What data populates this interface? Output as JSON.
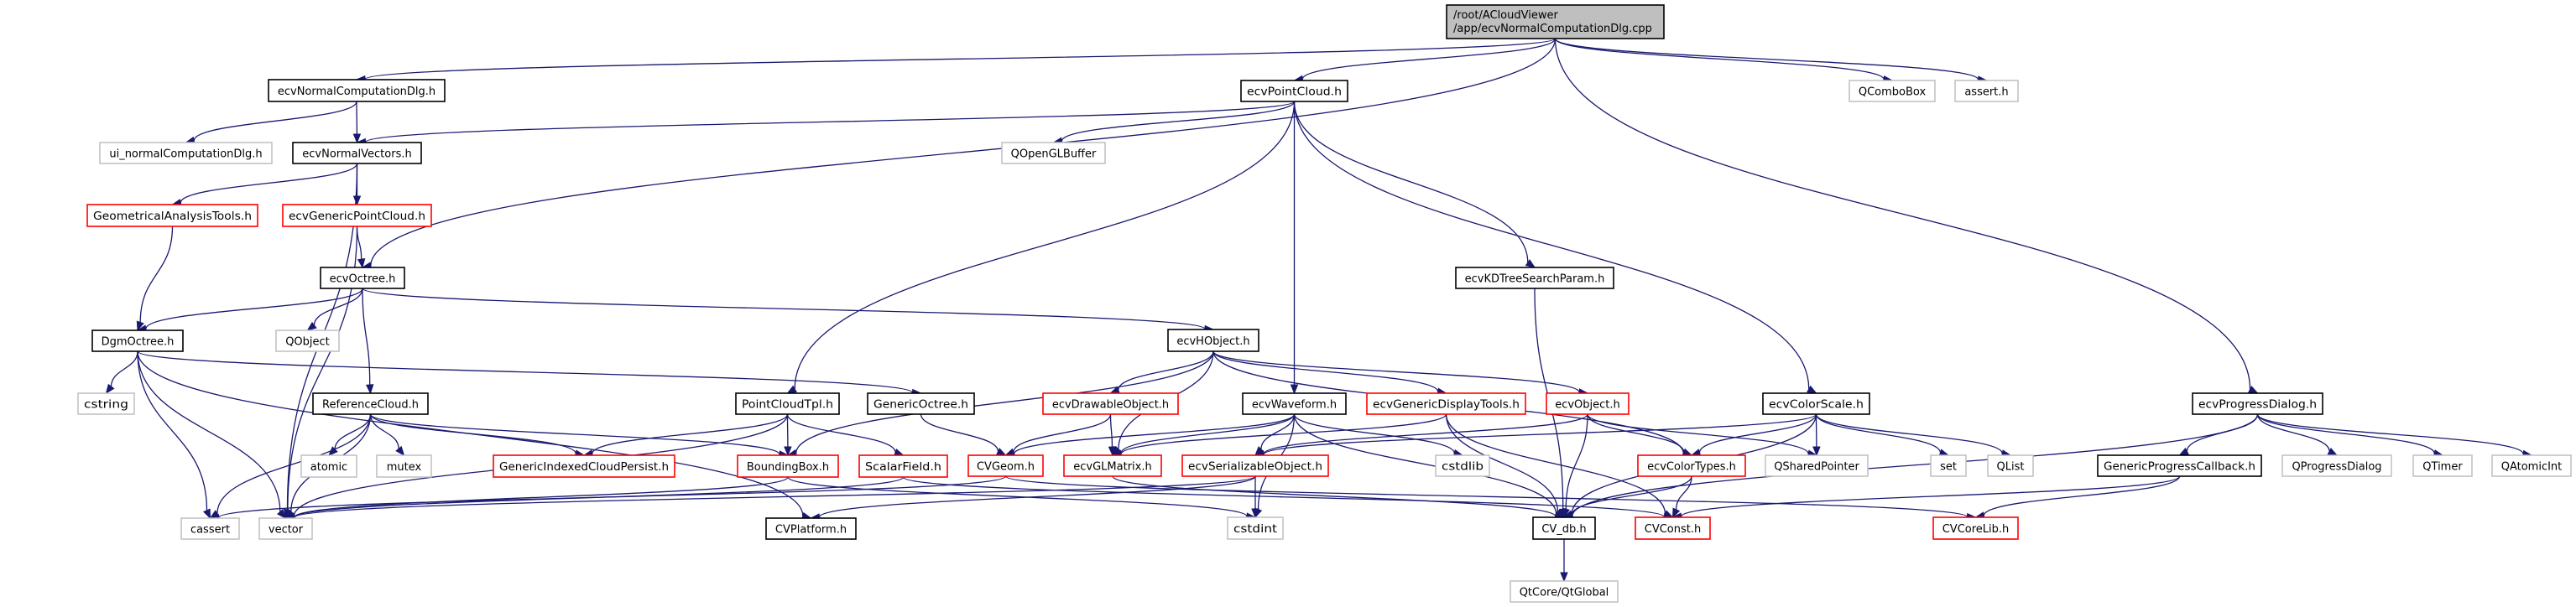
{
  "graph": {
    "type": "include-dependency-graph",
    "colors": {
      "edge": "#191970",
      "root_fill": "#bfbfbf",
      "documented_border": "#000000",
      "truncated_border": "#ff0000",
      "external_border": "#bfbfbf"
    },
    "nodes": [
      {
        "id": "root",
        "lines": [
          "/root/ACloudViewer",
          "/app/ecvNormalComputationDlg.cpp"
        ],
        "style": "root"
      },
      {
        "id": "ncdlg",
        "lines": [
          "ecvNormalComputationDlg.h"
        ],
        "style": "documented"
      },
      {
        "id": "uincdlg",
        "lines": [
          "ui_normalComputationDlg.h"
        ],
        "style": "external"
      },
      {
        "id": "normvec",
        "lines": [
          "ecvNormalVectors.h"
        ],
        "style": "documented"
      },
      {
        "id": "geomtools",
        "lines": [
          "GeometricalAnalysisTools.h"
        ],
        "style": "truncated"
      },
      {
        "id": "genpc",
        "lines": [
          "ecvGenericPointCloud.h"
        ],
        "style": "truncated"
      },
      {
        "id": "octree",
        "lines": [
          "ecvOctree.h"
        ],
        "style": "documented"
      },
      {
        "id": "dgmoctree",
        "lines": [
          "DgmOctree.h"
        ],
        "style": "documented"
      },
      {
        "id": "qobject",
        "lines": [
          "QObject"
        ],
        "style": "external"
      },
      {
        "id": "cstring",
        "lines": [
          "cstring"
        ],
        "style": "external"
      },
      {
        "id": "refcloud",
        "lines": [
          "ReferenceCloud.h"
        ],
        "style": "documented"
      },
      {
        "id": "pctpl",
        "lines": [
          "PointCloudTpl.h"
        ],
        "style": "documented"
      },
      {
        "id": "genoctree",
        "lines": [
          "GenericOctree.h"
        ],
        "style": "documented"
      },
      {
        "id": "atomic",
        "lines": [
          "atomic"
        ],
        "style": "external"
      },
      {
        "id": "mutex",
        "lines": [
          "mutex"
        ],
        "style": "external"
      },
      {
        "id": "genidx",
        "lines": [
          "GenericIndexedCloudPersist.h"
        ],
        "style": "truncated"
      },
      {
        "id": "bbox",
        "lines": [
          "BoundingBox.h"
        ],
        "style": "truncated"
      },
      {
        "id": "scalarfield",
        "lines": [
          "ScalarField.h"
        ],
        "style": "truncated"
      },
      {
        "id": "cassert",
        "lines": [
          "cassert"
        ],
        "style": "external"
      },
      {
        "id": "vector",
        "lines": [
          "vector"
        ],
        "style": "external"
      },
      {
        "id": "cvplatform",
        "lines": [
          "CVPlatform.h"
        ],
        "style": "documented"
      },
      {
        "id": "pointcloud",
        "lines": [
          "ecvPointCloud.h"
        ],
        "style": "documented"
      },
      {
        "id": "qglbuffer",
        "lines": [
          "QOpenGLBuffer"
        ],
        "style": "external"
      },
      {
        "id": "kdtree",
        "lines": [
          "ecvKDTreeSearchParam.h"
        ],
        "style": "documented"
      },
      {
        "id": "hobject",
        "lines": [
          "ecvHObject.h"
        ],
        "style": "documented"
      },
      {
        "id": "drawable",
        "lines": [
          "ecvDrawableObject.h"
        ],
        "style": "truncated"
      },
      {
        "id": "waveform",
        "lines": [
          "ecvWaveform.h"
        ],
        "style": "documented"
      },
      {
        "id": "gendisp",
        "lines": [
          "ecvGenericDisplayTools.h"
        ],
        "style": "truncated"
      },
      {
        "id": "object",
        "lines": [
          "ecvObject.h"
        ],
        "style": "truncated"
      },
      {
        "id": "cvgeom",
        "lines": [
          "CVGeom.h"
        ],
        "style": "truncated"
      },
      {
        "id": "glmatrix",
        "lines": [
          "ecvGLMatrix.h"
        ],
        "style": "truncated"
      },
      {
        "id": "serial",
        "lines": [
          "ecvSerializableObject.h"
        ],
        "style": "truncated"
      },
      {
        "id": "cstdlib",
        "lines": [
          "cstdlib"
        ],
        "style": "external"
      },
      {
        "id": "colortypes",
        "lines": [
          "ecvColorTypes.h"
        ],
        "style": "truncated"
      },
      {
        "id": "cstdint",
        "lines": [
          "cstdint"
        ],
        "style": "external"
      },
      {
        "id": "cvdb",
        "lines": [
          "CV_db.h"
        ],
        "style": "documented"
      },
      {
        "id": "cvconst",
        "lines": [
          "CVConst.h"
        ],
        "style": "truncated"
      },
      {
        "id": "qtglobal",
        "lines": [
          "QtCore/QtGlobal"
        ],
        "style": "external"
      },
      {
        "id": "qcombobox",
        "lines": [
          "QComboBox"
        ],
        "style": "external"
      },
      {
        "id": "asserth",
        "lines": [
          "assert.h"
        ],
        "style": "external"
      },
      {
        "id": "colorscale",
        "lines": [
          "ecvColorScale.h"
        ],
        "style": "documented"
      },
      {
        "id": "progdlg",
        "lines": [
          "ecvProgressDialog.h"
        ],
        "style": "documented"
      },
      {
        "id": "qsharedptr",
        "lines": [
          "QSharedPointer"
        ],
        "style": "external"
      },
      {
        "id": "set",
        "lines": [
          "set"
        ],
        "style": "external"
      },
      {
        "id": "qlist",
        "lines": [
          "QList"
        ],
        "style": "external"
      },
      {
        "id": "genprog",
        "lines": [
          "GenericProgressCallback.h"
        ],
        "style": "documented"
      },
      {
        "id": "qprogdlg",
        "lines": [
          "QProgressDialog"
        ],
        "style": "external"
      },
      {
        "id": "qtimer",
        "lines": [
          "QTimer"
        ],
        "style": "external"
      },
      {
        "id": "qatomic",
        "lines": [
          "QAtomicInt"
        ],
        "style": "external"
      },
      {
        "id": "cvcorelib",
        "lines": [
          "CVCoreLib.h"
        ],
        "style": "truncated"
      }
    ],
    "edges": [
      [
        "root",
        "ncdlg"
      ],
      [
        "root",
        "pointcloud"
      ],
      [
        "root",
        "octree"
      ],
      [
        "root",
        "qcombobox"
      ],
      [
        "root",
        "asserth"
      ],
      [
        "root",
        "progdlg"
      ],
      [
        "ncdlg",
        "uincdlg"
      ],
      [
        "ncdlg",
        "normvec"
      ],
      [
        "pointcloud",
        "normvec"
      ],
      [
        "pointcloud",
        "qglbuffer"
      ],
      [
        "pointcloud",
        "pctpl"
      ],
      [
        "pointcloud",
        "waveform"
      ],
      [
        "pointcloud",
        "kdtree"
      ],
      [
        "pointcloud",
        "colorscale"
      ],
      [
        "normvec",
        "geomtools"
      ],
      [
        "normvec",
        "genpc"
      ],
      [
        "normvec",
        "vector"
      ],
      [
        "geomtools",
        "dgmoctree"
      ],
      [
        "genpc",
        "octree"
      ],
      [
        "genpc",
        "vector"
      ],
      [
        "octree",
        "dgmoctree"
      ],
      [
        "octree",
        "qobject"
      ],
      [
        "octree",
        "refcloud"
      ],
      [
        "octree",
        "hobject"
      ],
      [
        "dgmoctree",
        "cstring"
      ],
      [
        "dgmoctree",
        "cassert"
      ],
      [
        "dgmoctree",
        "vector"
      ],
      [
        "dgmoctree",
        "genoctree"
      ],
      [
        "dgmoctree",
        "cvplatform"
      ],
      [
        "kdtree",
        "cvdb"
      ],
      [
        "hobject",
        "drawable"
      ],
      [
        "hobject",
        "glmatrix"
      ],
      [
        "hobject",
        "gendisp"
      ],
      [
        "hobject",
        "object"
      ],
      [
        "hobject",
        "colortypes"
      ],
      [
        "hobject",
        "bbox"
      ],
      [
        "waveform",
        "cvgeom"
      ],
      [
        "waveform",
        "glmatrix"
      ],
      [
        "waveform",
        "serial"
      ],
      [
        "waveform",
        "cstdlib"
      ],
      [
        "waveform",
        "cstdint"
      ],
      [
        "waveform",
        "cvdb"
      ],
      [
        "gendisp",
        "glmatrix"
      ],
      [
        "gendisp",
        "cvdb"
      ],
      [
        "gendisp",
        "cvconst"
      ],
      [
        "object",
        "serial"
      ],
      [
        "object",
        "cvdb"
      ],
      [
        "object",
        "colortypes"
      ],
      [
        "object",
        "qsharedptr"
      ],
      [
        "colorscale",
        "serial"
      ],
      [
        "colorscale",
        "colortypes"
      ],
      [
        "colorscale",
        "qsharedptr"
      ],
      [
        "colorscale",
        "set"
      ],
      [
        "colorscale",
        "qlist"
      ],
      [
        "colorscale",
        "cvdb"
      ],
      [
        "progdlg",
        "genprog"
      ],
      [
        "progdlg",
        "qprogdlg"
      ],
      [
        "progdlg",
        "qtimer"
      ],
      [
        "progdlg",
        "qatomic"
      ],
      [
        "progdlg",
        "cvdb"
      ],
      [
        "genprog",
        "cvcorelib"
      ],
      [
        "genprog",
        "cvconst"
      ],
      [
        "refcloud",
        "atomic"
      ],
      [
        "refcloud",
        "mutex"
      ],
      [
        "refcloud",
        "genidx"
      ],
      [
        "refcloud",
        "bbox"
      ],
      [
        "refcloud",
        "cassert"
      ],
      [
        "refcloud",
        "vector"
      ],
      [
        "pctpl",
        "genidx"
      ],
      [
        "pctpl",
        "bbox"
      ],
      [
        "pctpl",
        "scalarfield"
      ],
      [
        "pctpl",
        "vector"
      ],
      [
        "genoctree",
        "cvgeom"
      ],
      [
        "drawable",
        "cvgeom"
      ],
      [
        "drawable",
        "glmatrix"
      ],
      [
        "bbox",
        "cstdint"
      ],
      [
        "bbox",
        "vector"
      ],
      [
        "scalarfield",
        "vector"
      ],
      [
        "scalarfield",
        "cvconst"
      ],
      [
        "cvgeom",
        "cassert"
      ],
      [
        "cvgeom",
        "cvcorelib"
      ],
      [
        "glmatrix",
        "cvdb"
      ],
      [
        "serial",
        "cstdint"
      ],
      [
        "serial",
        "cvplatform"
      ],
      [
        "serial",
        "vector"
      ],
      [
        "colortypes",
        "cvdb"
      ],
      [
        "colortypes",
        "cvconst"
      ],
      [
        "cvdb",
        "qtglobal"
      ]
    ]
  }
}
